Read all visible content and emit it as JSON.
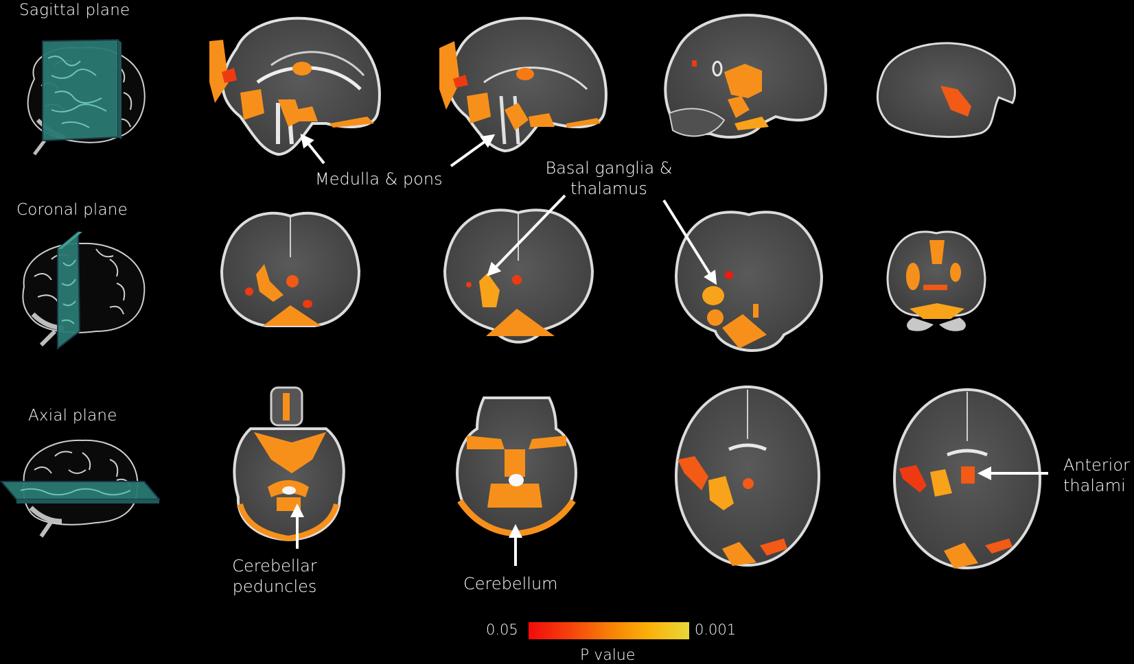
{
  "figure": {
    "rows": [
      {
        "plane": "Sagittal plane",
        "icon": "brain-sagittal-plane-icon"
      },
      {
        "plane": "Coronal plane",
        "icon": "brain-coronal-plane-icon"
      },
      {
        "plane": "Axial plane",
        "icon": "brain-axial-plane-icon"
      }
    ],
    "annotations": {
      "medulla_pons": "Medulla & pons",
      "basal_ganglia_line1": "Basal ganglia &",
      "basal_ganglia_line2": "thalamus",
      "cerebellar_line1": "Cerebellar",
      "cerebellar_line2": "peduncles",
      "cerebellum": "Cerebellum",
      "anterior_line1": "Anterior",
      "anterior_line2": "thalami"
    },
    "colorbar": {
      "title": "P value",
      "min_label": "0.05",
      "max_label": "0.001",
      "colors": [
        "#f20a0a",
        "#f5400e",
        "#f77f05",
        "#fbb108",
        "#e8d83a"
      ]
    },
    "colors": {
      "background": "#000000",
      "plane_overlay": "#2a7a72",
      "brain_tissue": "#4a4a4a",
      "brain_outline": "#d8d8d8",
      "cluster_orange": "#f7901a",
      "cluster_red": "#ee3a12",
      "annotation": "#ffffff"
    }
  }
}
